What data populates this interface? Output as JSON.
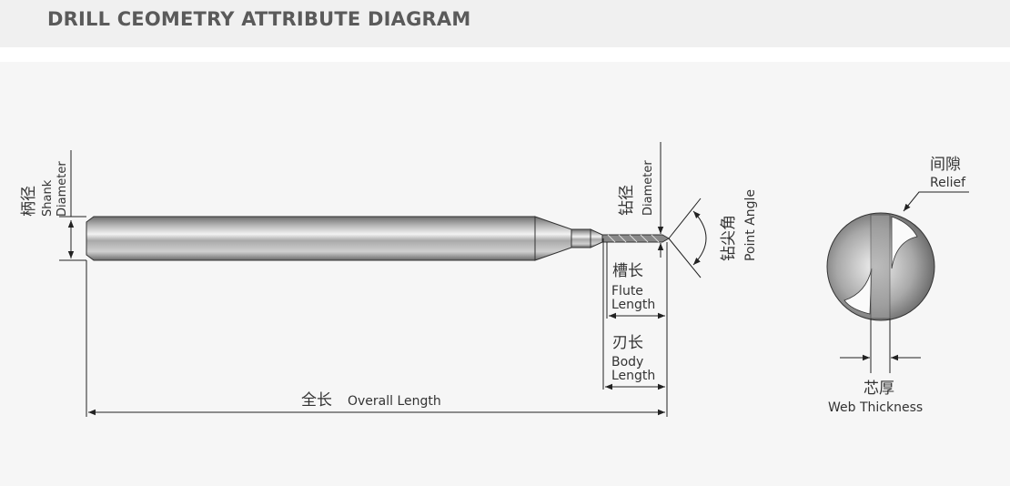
{
  "title": "DRILL CEOMETRY ATTRIBUTE DIAGRAM",
  "labels": {
    "shank_cn": "柄径",
    "shank_en1": "Shank",
    "shank_en2": "Diameter",
    "diameter_cn": "钻径",
    "diameter_en": "Diameter",
    "point_cn": "钻尖角",
    "point_en": "Point Angle",
    "flute_cn": "槽长",
    "flute_en1": "Flute",
    "flute_en2": "Length",
    "body_cn": "刃长",
    "body_en1": "Body",
    "body_en2": "Length",
    "overall_cn": "全长",
    "overall_en": "Overall Length",
    "relief_cn": "间隙",
    "relief_en": "Relief",
    "web_cn": "芯厚",
    "web_en": "Web Thickness"
  },
  "colors": {
    "line": "#222222",
    "text": "#333333",
    "title": "#5a5a5a"
  }
}
